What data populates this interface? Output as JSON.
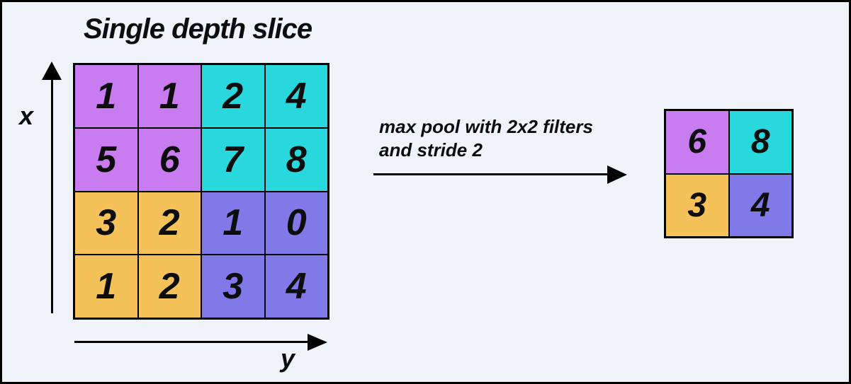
{
  "title": "Single depth slice",
  "axis": {
    "x_label": "x",
    "y_label": "y"
  },
  "operation": {
    "line1": "max pool with 2x2 filters",
    "line2": "and stride 2"
  },
  "colors": {
    "background": "#EFF3FA",
    "purple": "#C97BF0",
    "teal": "#29D8DD",
    "orange": "#F5C25A",
    "violet": "#8279E9",
    "outline": "#000000"
  },
  "input_grid": {
    "rows": 4,
    "cols": 4,
    "cells": [
      {
        "value": "1",
        "color": "purple"
      },
      {
        "value": "1",
        "color": "purple"
      },
      {
        "value": "2",
        "color": "teal"
      },
      {
        "value": "4",
        "color": "teal"
      },
      {
        "value": "5",
        "color": "purple"
      },
      {
        "value": "6",
        "color": "purple"
      },
      {
        "value": "7",
        "color": "teal"
      },
      {
        "value": "8",
        "color": "teal"
      },
      {
        "value": "3",
        "color": "orange"
      },
      {
        "value": "2",
        "color": "orange"
      },
      {
        "value": "1",
        "color": "violet"
      },
      {
        "value": "0",
        "color": "violet"
      },
      {
        "value": "1",
        "color": "orange"
      },
      {
        "value": "2",
        "color": "orange"
      },
      {
        "value": "3",
        "color": "violet"
      },
      {
        "value": "4",
        "color": "violet"
      }
    ]
  },
  "output_grid": {
    "rows": 2,
    "cols": 2,
    "cells": [
      {
        "value": "6",
        "color": "purple"
      },
      {
        "value": "8",
        "color": "teal"
      },
      {
        "value": "3",
        "color": "orange"
      },
      {
        "value": "4",
        "color": "violet"
      }
    ]
  }
}
